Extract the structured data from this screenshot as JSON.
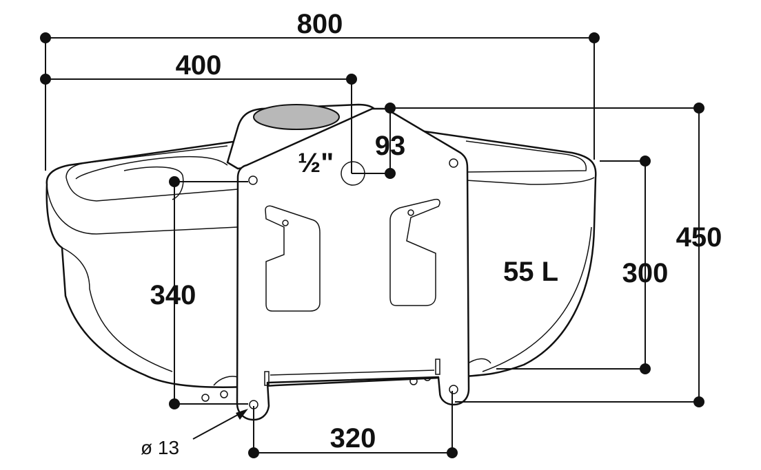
{
  "labels": {
    "overall_width": "800",
    "inlet_offset": "400",
    "inlet_height": "93",
    "thread_size": "½\"",
    "hole_height": "340",
    "capacity": "55 L",
    "trough_height": "300",
    "overall_height": "450",
    "hole_diameter": "ø 13",
    "hole_spacing": "320"
  },
  "colors": {
    "line": "#111111",
    "fill": "#ffffff",
    "recess": "#b8b8b8"
  }
}
